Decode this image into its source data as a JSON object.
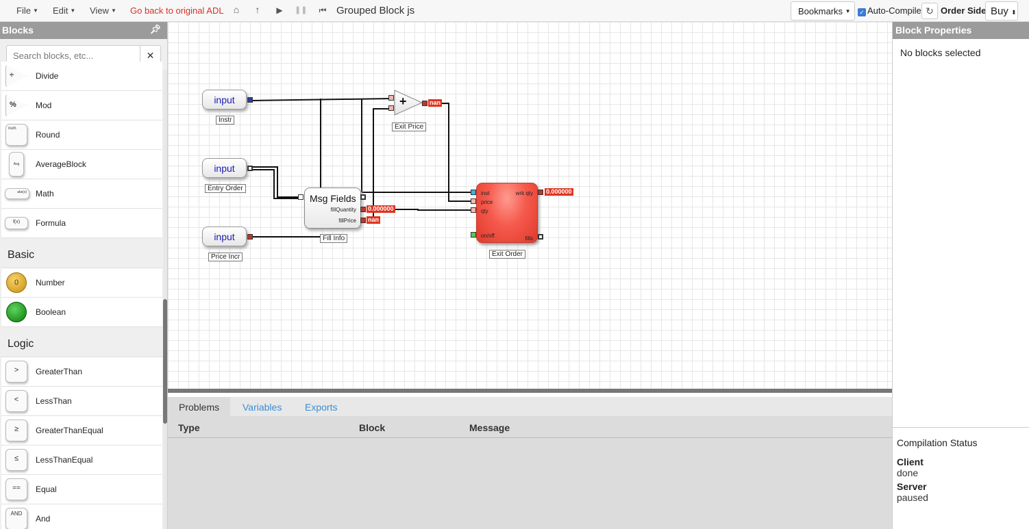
{
  "menu": {
    "file": "File",
    "edit": "Edit",
    "view": "View"
  },
  "back_link": "Go back to original ADL",
  "title": "Grouped Block js",
  "toolbar": {
    "bookmarks": "Bookmarks",
    "auto_compile": "Auto-Compile",
    "auto_compile_checked": true,
    "order_side_label": "Order Side",
    "order_side_value": "Buy"
  },
  "sidebar": {
    "title": "Blocks",
    "search_placeholder": "Search blocks, etc...",
    "items_top": [
      {
        "label": "Divide",
        "icon": "divide-icon",
        "glyph": "÷"
      },
      {
        "label": "Mod",
        "icon": "mod-icon",
        "glyph": "%"
      },
      {
        "label": "Round",
        "icon": "round-icon",
        "glyph": "num"
      },
      {
        "label": "AverageBlock",
        "icon": "average-icon",
        "glyph": "Avg"
      },
      {
        "label": "Math",
        "icon": "math-icon",
        "glyph": "abs(x)"
      },
      {
        "label": "Formula",
        "icon": "formula-icon",
        "glyph": "f(x)"
      }
    ],
    "basic": {
      "title": "Basic",
      "items": [
        {
          "label": "Number",
          "icon": "number-icon",
          "glyph": "0"
        },
        {
          "label": "Boolean",
          "icon": "boolean-icon"
        }
      ]
    },
    "logic": {
      "title": "Logic",
      "items": [
        {
          "label": "GreaterThan",
          "icon": "greater-than-icon",
          "glyph": ">"
        },
        {
          "label": "LessThan",
          "icon": "less-than-icon",
          "glyph": "<"
        },
        {
          "label": "GreaterThanEqual",
          "icon": "greater-than-equal-icon",
          "glyph": "≥"
        },
        {
          "label": "LessThanEqual",
          "icon": "less-than-equal-icon",
          "glyph": "≤"
        },
        {
          "label": "Equal",
          "icon": "equal-icon",
          "glyph": "=="
        },
        {
          "label": "And",
          "icon": "and-icon",
          "glyph": "AND"
        }
      ]
    }
  },
  "canvas": {
    "nodes": {
      "instr": {
        "label": "input",
        "caption": "Instr"
      },
      "entry": {
        "label": "input",
        "caption": "Entry Order"
      },
      "price_incr": {
        "label": "input",
        "caption": "Price Incr"
      },
      "msg_fields": {
        "label": "Msg Fields",
        "caption": "Fill Info",
        "out1": "fillQuantity",
        "out2": "fillPrice",
        "out1_val": "0.000000",
        "out2_val": "nan"
      },
      "adder": {
        "label": "+",
        "caption": "Exit Price",
        "out_val": "nan"
      },
      "exit_order": {
        "caption": "Exit Order",
        "in_inst": "inst",
        "in_price": "price",
        "in_qty": "qty",
        "in_onoff": "on/off",
        "out_wrk": "wrk qty",
        "out_fills": "fills",
        "out_wrk_val": "0.000000"
      }
    }
  },
  "bottom": {
    "tabs": [
      "Problems",
      "Variables",
      "Exports"
    ],
    "active_tab": "Problems",
    "columns": [
      "Type",
      "Block",
      "Message"
    ]
  },
  "right_panel": {
    "title": "Block Properties",
    "empty_text": "No blocks selected",
    "compilation_title": "Compilation Status",
    "client_label": "Client",
    "client_value": "done",
    "server_label": "Server",
    "server_value": "paused"
  },
  "colors": {
    "accent_link": "#3a8ed5",
    "back_link": "#d93025",
    "exit_block": "#f55a4c",
    "value_tag": "#e0341f"
  }
}
